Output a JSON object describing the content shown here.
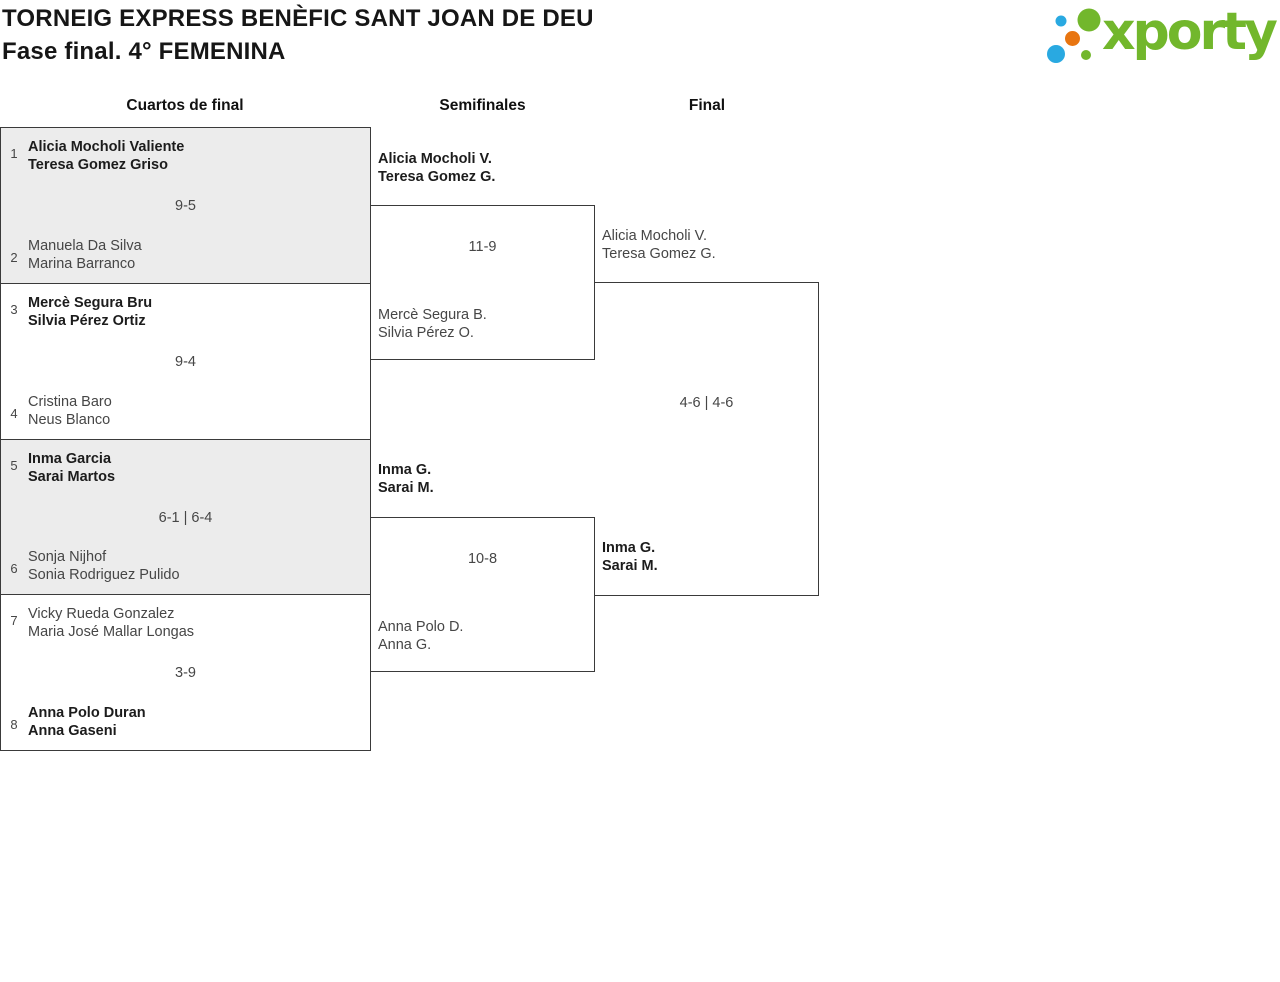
{
  "header": {
    "title": "TORNEIG EXPRESS BENÈFIC SANT JOAN DE DEU",
    "subtitle": "Fase final. 4° FEMENINA",
    "logo_text": "xporty"
  },
  "colors": {
    "logo_green": "#72b72c",
    "logo_blue": "#29a9e1",
    "logo_orange": "#e87511",
    "bracket_line": "#3a3a3a",
    "shaded_cell": "#ececec",
    "winner_text": "#1c1c1c",
    "regular_text": "#464646"
  },
  "rounds": {
    "quarterfinals_label": "Cuartos de final",
    "semifinals_label": "Semifinales",
    "final_label": "Final"
  },
  "quarterfinals": [
    {
      "seed_top": "1",
      "top": [
        "Alicia Mocholi Valiente",
        "Teresa Gomez Griso"
      ],
      "top_winner": true,
      "score": "9-5",
      "seed_bottom": "2",
      "bottom": [
        "Manuela Da Silva",
        "Marina Barranco"
      ],
      "bottom_winner": false
    },
    {
      "seed_top": "3",
      "top": [
        "Mercè Segura Bru",
        "Silvia Pérez Ortiz"
      ],
      "top_winner": true,
      "score": "9-4",
      "seed_bottom": "4",
      "bottom": [
        "Cristina Baro",
        "Neus Blanco"
      ],
      "bottom_winner": false
    },
    {
      "seed_top": "5",
      "top": [
        "Inma Garcia",
        "Sarai Martos"
      ],
      "top_winner": true,
      "score": "6-1 | 6-4",
      "seed_bottom": "6",
      "bottom": [
        "Sonja Nijhof",
        "Sonia Rodriguez Pulido"
      ],
      "bottom_winner": false
    },
    {
      "seed_top": "7",
      "top": [
        "Vicky Rueda Gonzalez",
        "Maria José Mallar Longas"
      ],
      "top_winner": false,
      "score": "3-9",
      "seed_bottom": "8",
      "bottom": [
        "Anna Polo Duran",
        "Anna Gaseni"
      ],
      "bottom_winner": true
    }
  ],
  "semifinals": [
    {
      "top": [
        "Alicia Mocholi V.",
        "Teresa Gomez G."
      ],
      "top_winner": true,
      "score": "11-9",
      "bottom": [
        "Mercè Segura B.",
        "Silvia Pérez O."
      ],
      "bottom_winner": false
    },
    {
      "top": [
        "Inma G.",
        "Sarai M."
      ],
      "top_winner": true,
      "score": "10-8",
      "bottom": [
        "Anna Polo D.",
        "Anna G."
      ],
      "bottom_winner": false
    }
  ],
  "final": {
    "top": [
      "Alicia Mocholi V.",
      "Teresa Gomez G."
    ],
    "top_winner": false,
    "score": "4-6 | 4-6",
    "bottom": [
      "Inma G.",
      "Sarai M."
    ],
    "bottom_winner": true
  }
}
